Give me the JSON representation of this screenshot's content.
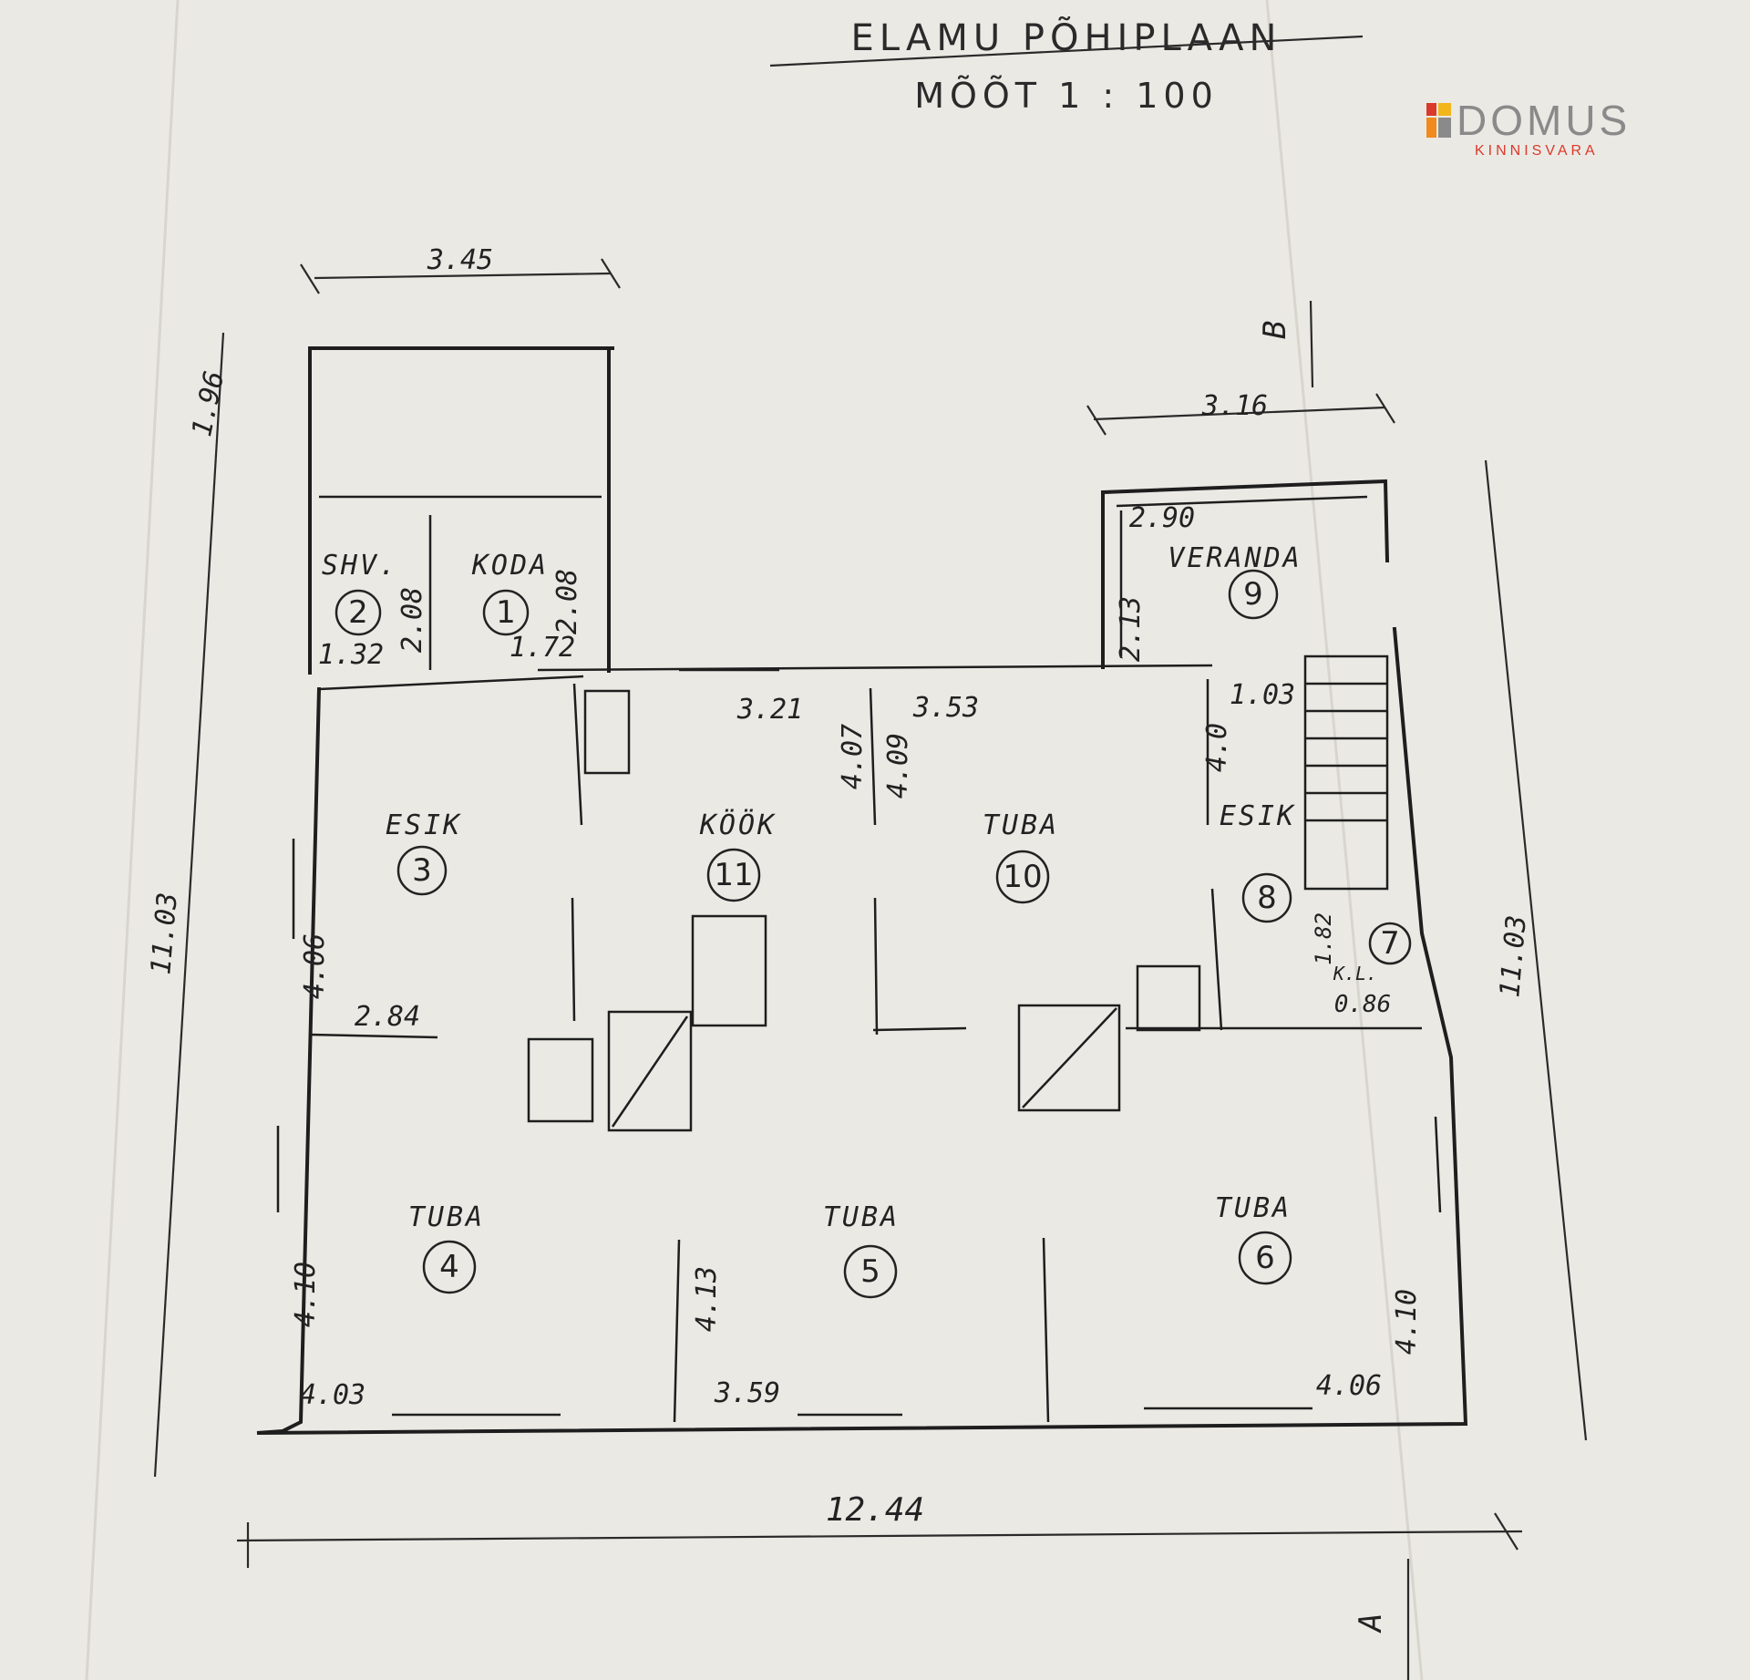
{
  "header": {
    "title": "ELAMU PÕHIPLAAN",
    "scale": "MÕÕT 1 : 100"
  },
  "logo": {
    "name": "DOMUS",
    "subtitle": "KINNISVARA",
    "colors": {
      "text": "#8a8a8a",
      "red": "#d93a2b",
      "orange": "#f08a1c",
      "yellow": "#f3b51c",
      "grey": "#8a8a8a"
    }
  },
  "dimensions": {
    "top_left_width": "3.45",
    "left_upper_height": "1.96",
    "verandah_width": "3.16",
    "total_height_left": "11.03",
    "total_height_right": "11.03",
    "total_width": "12.44"
  },
  "section_markers": {
    "top": "B",
    "bottom": "A"
  },
  "rooms": [
    {
      "number": "1",
      "name": "KODA"
    },
    {
      "number": "2",
      "name": "SHV."
    },
    {
      "number": "3",
      "name": "ESIK"
    },
    {
      "number": "4",
      "name": "TUBA"
    },
    {
      "number": "5",
      "name": "TUBA"
    },
    {
      "number": "6",
      "name": "TUBA"
    },
    {
      "number": "7",
      "name": ""
    },
    {
      "number": "8",
      "name": "ESIK"
    },
    {
      "number": "9",
      "name": "VERANDA"
    },
    {
      "number": "10",
      "name": "TUBA"
    },
    {
      "number": "11",
      "name": "KÖÖK"
    }
  ],
  "room_dims": {
    "koda_w": "1.72",
    "koda_h": "2.08",
    "shv_w": "1.32",
    "shv_h": "2.08",
    "esik3_w": "2.84",
    "esik3_h": "4.06",
    "kook_w": "3.21",
    "kook_h": "4.07",
    "tuba10_w": "3.53",
    "tuba10_h": "4.09",
    "esik8_w": "1.03",
    "esik8_h": "4.0",
    "veranda_w": "2.90",
    "veranda_h": "2.13",
    "kl_w": "0.86",
    "kl_h": "1.82",
    "kl_label": "K.L.",
    "tuba4_w": "4.03",
    "tuba4_h": "4.10",
    "tuba5_w": "3.59",
    "tuba5_h": "4.13",
    "tuba6_w": "4.06",
    "tuba6_h": "4.10"
  }
}
